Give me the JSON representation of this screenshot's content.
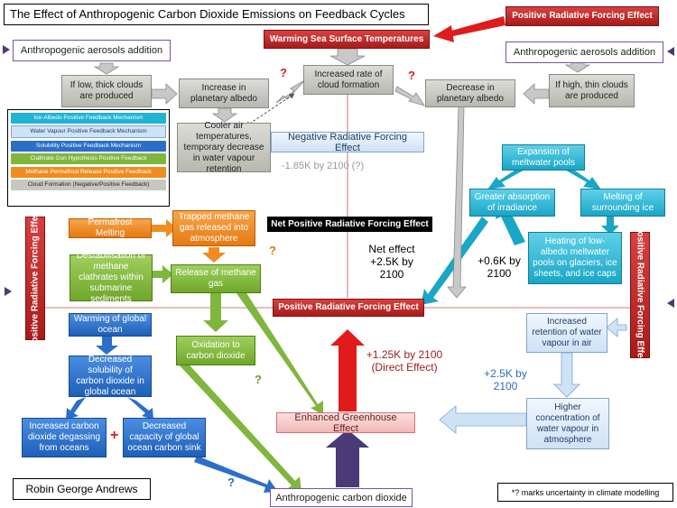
{
  "title": "The Effect of Anthropogenic Carbon Dioxide Emissions on Feedback Cycles",
  "author": "Robin George Andrews",
  "footnote": "*? marks uncertainty in climate modelling",
  "banners": {
    "positive_top_right": "Positive Radiative Forcing Effect",
    "warming_sst": "Warming Sea Surface Temperatures",
    "positive_center": "Positive Radiative Forcing Effect",
    "net_positive": "Net Positive Radiative Forcing Effect",
    "positive_left_vertical": "Positive Radiative Forcing Effect",
    "positive_right_vertical": "Positive Radiative Forcing Effect"
  },
  "legend": [
    {
      "label": "Ice-Albedo Positive Feedback Mechanism",
      "color": "#21b3d4"
    },
    {
      "label": "Water Vapour Positive Feedback Mechanism",
      "color": "#cfe3f7"
    },
    {
      "label": "Solubility Positive Feedback Mechanism",
      "color": "#2b6fc8"
    },
    {
      "label": "Clathrate Gun Hypothesis Positive Feedback",
      "color": "#7fb63d"
    },
    {
      "label": "Methane Permafrost Release Positive Feedback",
      "color": "#f08c22"
    },
    {
      "label": "Cloud Formation (Negative/Positive Feedback)",
      "color": "#c8c8c2"
    }
  ],
  "nodes": {
    "aerosols_left": "Anthropogenic aerosols addition",
    "aerosols_right": "Anthropogenic aerosols addition",
    "low_thick_clouds": "If low, thick clouds are produced",
    "high_thin_clouds": "If high, thin clouds are produced",
    "increase_albedo": "Increase in planetary albedo",
    "cloud_formation": "Increased rate of cloud formation",
    "decrease_albedo": "Decrease in planetary albedo",
    "cooler_air": "Cooler air temperatures, temporary decrease in water vapour retention",
    "negative_forcing": "Negative Radiative Forcing Effect",
    "permafrost": "Permafrost Melting",
    "trapped_methane": "Trapped methane gas released into atmosphere",
    "destabilisation": "Destabilisation of methane clathrates within submarine sediments",
    "release_methane": "Release of methane gas",
    "oxidation": "Oxidation to carbon dioxide",
    "warming_ocean": "Warming of global ocean",
    "decreased_solubility": "Decreased solubility of carbon dioxide in global ocean",
    "degassing": "Increased carbon dioxide degassing from oceans",
    "decreased_sink": "Decreased capacity of global ocean carbon sink",
    "expansion_pools": "Expansion of meltwater pools",
    "greater_absorption": "Greater absorption of irradiance",
    "melting_ice": "Melting of surrounding ice",
    "heating_pools": "Heating of low-albedo meltwater pools on glaciers, ice sheets, and ice caps",
    "water_vapour_retention": "Increased retention of water vapour in air",
    "higher_concentration": "Higher concentration of water vapour in atmosphere",
    "greenhouse": "Enhanced Greenhouse Effect",
    "anthro_co2": "Anthropogenic carbon dioxide"
  },
  "annotations": {
    "minus_185": "-1.85K by 2100 (?)",
    "net_effect": "Net effect +2.5K by 2100",
    "plus_06": "+0.6K by 2100",
    "plus_125": "+1.25K by 2100 (Direct Effect)",
    "plus_25_wv": "+2.5K by 2100",
    "plus_sign": "+",
    "question_marks": [
      "?",
      "?",
      "?",
      "?",
      "?"
    ]
  },
  "colors": {
    "red": "#d42020",
    "dark_red": "#9b1c1c",
    "orange_text": "#e07b10",
    "green_text": "#6f9b2c",
    "blue_text": "#2c6fb8",
    "purple": "#4a3a78"
  }
}
